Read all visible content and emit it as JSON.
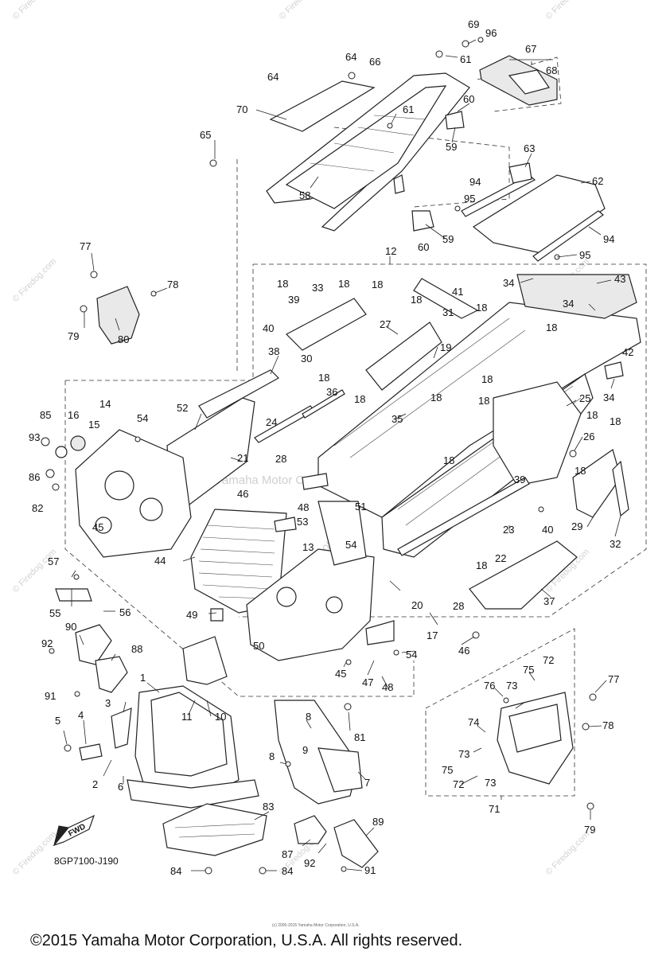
{
  "callouts": [
    "1",
    "2",
    "3",
    "4",
    "5",
    "6",
    "7",
    "8",
    "9",
    "10",
    "11",
    "12",
    "13",
    "14",
    "15",
    "16",
    "17",
    "18",
    "19",
    "20",
    "21",
    "22",
    "23",
    "24",
    "25",
    "26",
    "27",
    "28",
    "29",
    "30",
    "31",
    "32",
    "33",
    "34",
    "35",
    "36",
    "37",
    "38",
    "39",
    "40",
    "41",
    "42",
    "43",
    "44",
    "45",
    "46",
    "47",
    "48",
    "49",
    "50",
    "51",
    "52",
    "53",
    "54",
    "55",
    "56",
    "57",
    "58",
    "59",
    "60",
    "61",
    "62",
    "63",
    "64",
    "65",
    "66",
    "67",
    "68",
    "69",
    "70",
    "71",
    "72",
    "73",
    "74",
    "75",
    "76",
    "77",
    "78",
    "79",
    "80",
    "81",
    "82",
    "83",
    "84",
    "85",
    "86",
    "87",
    "88",
    "89",
    "90",
    "91",
    "92",
    "93",
    "94",
    "95",
    "96"
  ],
  "fwd_label": "FWD",
  "drawing_code": "8GP7100-J190",
  "watermarks": {
    "corner": "© Firedog.com",
    "center": "Yamaha Motor Corp., U.S.A.",
    "diagonal": "Firedog.com"
  },
  "footer": {
    "copyright": "©2015 Yamaha Motor Corporation, U.S.A. All rights reserved.",
    "small_print": "(c) 2005-2015 Yamaha Motor Corporation, U.S.A."
  },
  "icons": {
    "fwd": "fwd-arrow-icon"
  }
}
